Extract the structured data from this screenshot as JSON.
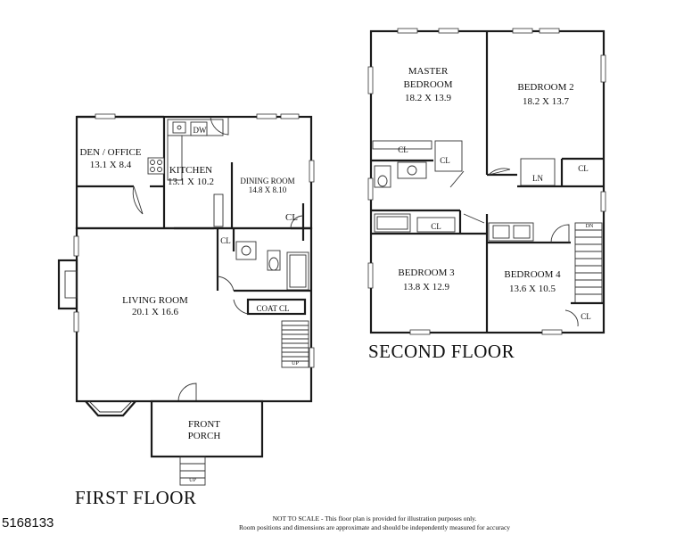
{
  "floors": {
    "first": {
      "title": "FIRST FLOOR",
      "rooms": {
        "den": {
          "name": "DEN / OFFICE",
          "dims": "13.1 X 8.4"
        },
        "kitchen": {
          "name": "KITCHEN",
          "dims": "13.1 X 10.2"
        },
        "dining": {
          "name": "DINING ROOM",
          "dims": "14.8 X 8.10"
        },
        "living": {
          "name": "LIVING ROOM",
          "dims": "20.1 X 16.6"
        },
        "porch_line1": "FRONT",
        "porch_line2": "PORCH"
      },
      "labels": {
        "dw": "DW",
        "dining_cl": "CL",
        "hall_cl": "CL",
        "coat_cl": "COAT CL",
        "stair_up": "UP",
        "porch_up": "UP"
      }
    },
    "second": {
      "title": "SECOND FLOOR",
      "rooms": {
        "master_line1": "MASTER",
        "master_line2": "BEDROOM",
        "master_dims": "18.2 X 13.9",
        "bed2": {
          "name": "BEDROOM 2",
          "dims": "18.2 X 13.7"
        },
        "bed3": {
          "name": "BEDROOM 3",
          "dims": "13.8 X 12.9"
        },
        "bed4": {
          "name": "BEDROOM 4",
          "dims": "13.6 X 10.5"
        }
      },
      "labels": {
        "master_cl1": "CL",
        "master_cl2": "CL",
        "bed2_cl": "CL",
        "linen": "LN",
        "bath_cl": "CL",
        "bed4_cl": "CL",
        "stair_dn": "DN"
      }
    }
  },
  "footer": {
    "listing_id": "5168133",
    "disclaimer_line1": "NOT TO SCALE - This floor plan is provided for illustration purposes only.",
    "disclaimer_line2": "Room positions and dimensions are approximate and should be independently measured for accuracy"
  }
}
